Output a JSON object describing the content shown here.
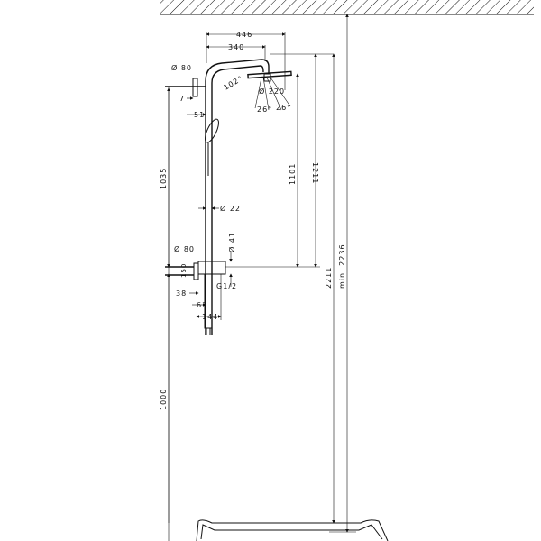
{
  "title": "Shower system dimension drawing",
  "dimensions": {
    "arm_length": "446",
    "arm_to_head": "340",
    "wall_flange_top": "Ø 80",
    "arm_angle": "102°",
    "flange_depth": "7",
    "pipe_offset": "51",
    "head_diameter": "Ø 220",
    "spray_angle_left": "26°",
    "spray_angle_right": "26°",
    "flange_spacing": "1035",
    "head_to_mixer": "1101",
    "arm_to_mixer": "1211",
    "pipe_diameter": "Ø 22",
    "wall_flange_bottom": "Ø 80",
    "mixer_diameter": "Ø 41",
    "mixer_inlet_spacing": "150",
    "thread": "G1/2",
    "inlet_offset": "38",
    "mixer_offset": "63",
    "mixer_depth": "144",
    "mixer_height": "1000",
    "total_height": "2211",
    "ceiling_height": "min. 2236"
  }
}
